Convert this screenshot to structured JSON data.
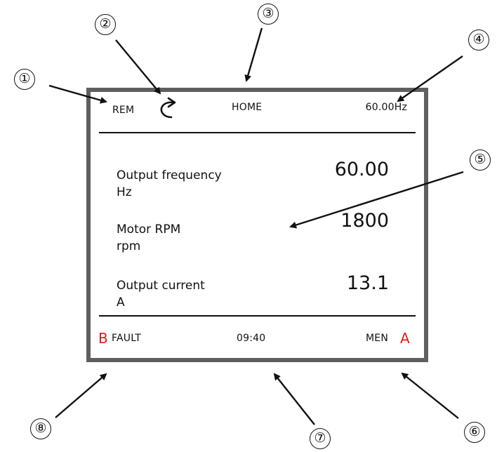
{
  "callouts": [
    "①",
    "②",
    "③",
    "④",
    "⑤",
    "⑥",
    "⑦",
    "⑧"
  ],
  "status_bar": {
    "mode": "REM",
    "direction_icon": "rotate-arrow-icon",
    "view_title": "HOME",
    "reference": "60.00Hz"
  },
  "readings": [
    {
      "label": "Output frequency",
      "unit": "Hz",
      "value": "60.00"
    },
    {
      "label": "Motor RPM",
      "unit": "rpm",
      "value": "1800"
    },
    {
      "label": "Output current",
      "unit": "A",
      "value": "13.1"
    }
  ],
  "bottom_bar": {
    "left_key_letter": "B",
    "left_label": "FAULT",
    "clock": "09:40",
    "right_label": "MEN",
    "right_key_letter": "A"
  },
  "colors": {
    "frame": "#5f5f5f",
    "key_letter": "#e01b1b"
  }
}
